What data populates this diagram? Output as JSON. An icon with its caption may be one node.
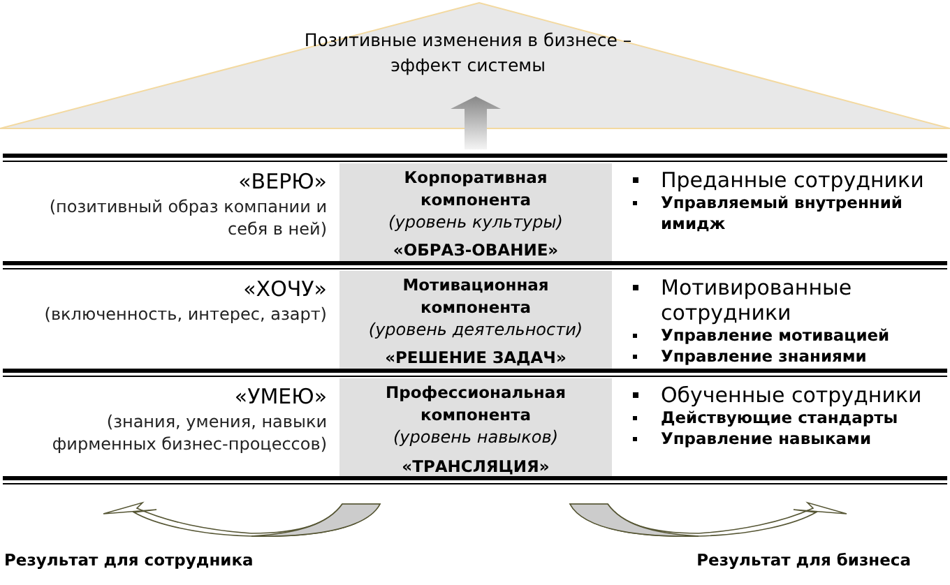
{
  "diagram": {
    "nodes": [
      {
        "text": [
          "Позитивные изменения в бизнесе – эффект системы"
        ]
      },
      {
        "text": [
          "«ВЕРЮ»",
          "(позитивный образ компании и себя в ней)"
        ]
      },
      {
        "text": [
          "Корпоративная компонента",
          "(уровень культуры)",
          "«ОБРАЗ-ОВАНИЕ»"
        ]
      },
      {
        "text": [
          "Преданные сотрудники",
          "Управляемый внутренний имидж"
        ]
      },
      {
        "text": [
          "«ХОЧУ»",
          "(включенность, интерес, азарт)"
        ]
      },
      {
        "text": [
          "Мотивационная компонента",
          "(уровень деятельности)",
          "«РЕШЕНИЕ ЗАДАЧ»"
        ]
      },
      {
        "text": [
          "Мотивированные сотрудники",
          "Управление мотивацией",
          "Управление знаниями"
        ]
      },
      {
        "text": [
          "«УМЕЮ»",
          "(знания, умения, навыки фирменных бизнес-процессов)"
        ]
      },
      {
        "text": [
          "Профессиональная компонента",
          "(уровень навыков)",
          "«ТРАНСЛЯЦИЯ»"
        ]
      },
      {
        "text": [
          "Обученные сотрудники",
          "Действующие стандарты",
          "Управление навыками"
        ]
      }
    ],
    "edges": [
      {
        "from": 2,
        "to": 0,
        "arrow": "to"
      }
    ],
    "labels": [
      "Результат для сотрудника",
      "Результат для бизнеса"
    ]
  }
}
